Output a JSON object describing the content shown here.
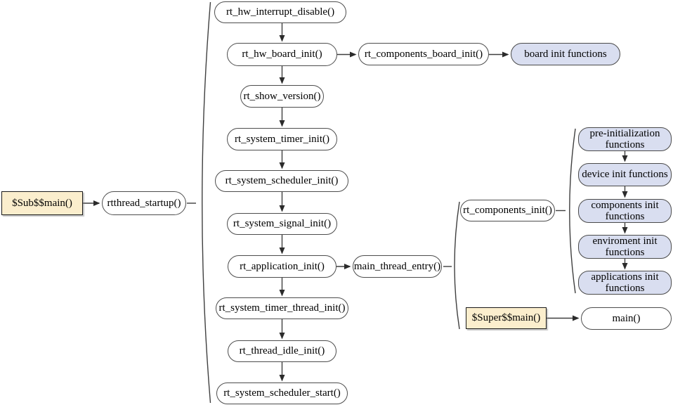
{
  "colors": {
    "box_fill_white": "#ffffff",
    "box_fill_blue": "#d9def0",
    "box_fill_tan": "#fbeecd",
    "border_gray": "#4d4d4d",
    "line_gray": "#3f3f3f"
  },
  "nodes": {
    "sub_main": {
      "label": "$Sub$$main()"
    },
    "rtthread_startup": {
      "label": "rtthread_startup()"
    },
    "rt_hw_interrupt_disable": {
      "label": "rt_hw_interrupt_disable()"
    },
    "rt_hw_board_init": {
      "label": "rt_hw_board_init()"
    },
    "rt_components_board_init": {
      "label": "rt_components_board_init()"
    },
    "board_init_functions": {
      "label": "board init functions"
    },
    "rt_show_version": {
      "label": "rt_show_version()"
    },
    "rt_system_timer_init": {
      "label": "rt_system_timer_init()"
    },
    "rt_system_scheduler_init": {
      "label": "rt_system_scheduler_init()"
    },
    "rt_system_signal_init": {
      "label": "rt_system_signal_init()"
    },
    "rt_application_init": {
      "label": "rt_application_init()"
    },
    "main_thread_entry": {
      "label": "main_thread_entry()"
    },
    "rt_components_init": {
      "label": "rt_components_init()"
    },
    "pre_initialization_functions": {
      "line1": "pre-initialization",
      "line2": "functions"
    },
    "device_init_functions": {
      "label": "device init functions"
    },
    "components_init_functions": {
      "line1": "components init",
      "line2": "functions"
    },
    "enviroment_init_functions": {
      "line1": "enviroment init",
      "line2": "functions"
    },
    "applications_init_functions": {
      "line1": "applications init",
      "line2": "functions"
    },
    "rt_system_timer_thread_init": {
      "label": "rt_system_timer_thread_init()"
    },
    "rt_thread_idle_init": {
      "label": "rt_thread_idle_init()"
    },
    "rt_system_scheduler_start": {
      "label": "rt_system_scheduler_start()"
    },
    "super_main": {
      "label": "$Super$$main()"
    },
    "main_fn": {
      "label": "main()"
    }
  }
}
